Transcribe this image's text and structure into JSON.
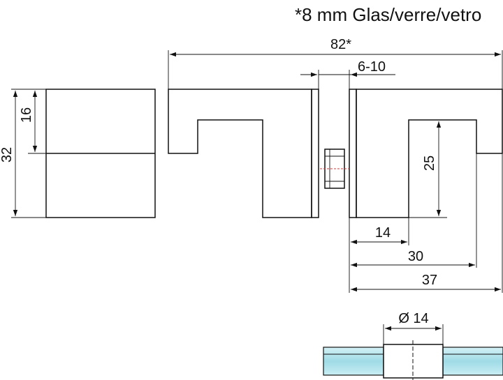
{
  "header": {
    "glass_note": "*8 mm Glas/verre/vetro"
  },
  "dimensions": {
    "overall_width": "82*",
    "glass_gap": "6-10",
    "side_height_total": "32",
    "side_height_half": "16",
    "slot_depth": "25",
    "slot_offset": "14",
    "slot_width": "30",
    "knob_width": "37",
    "hole_diameter": "Ø 14"
  },
  "colors": {
    "line": "#111111",
    "glass_fill": "#a8dfe8",
    "glass_edge": "#6fc3d1",
    "axis_red": "#d23a3a"
  }
}
